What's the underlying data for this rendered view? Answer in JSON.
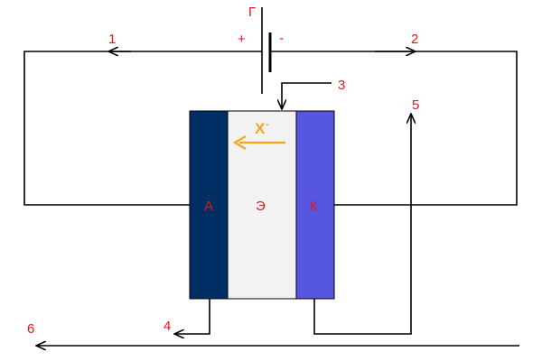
{
  "source": {
    "label": "Г",
    "plus": "+",
    "minus": "-"
  },
  "flows": {
    "f1": "1",
    "f2": "2",
    "f3": "3",
    "f4": "4",
    "f5": "5",
    "f6": "6"
  },
  "cell": {
    "anode_label": "А",
    "electrolyte_label": "Э",
    "cathode_label": "К",
    "ion_label": "X",
    "ion_charge": "-"
  },
  "colors": {
    "anode": "#002f66",
    "electrolyte": "#f2f2f2",
    "cathode": "#5656e0",
    "labels": "#e8141e",
    "ion": "#f0a820",
    "wire": "#000000"
  }
}
